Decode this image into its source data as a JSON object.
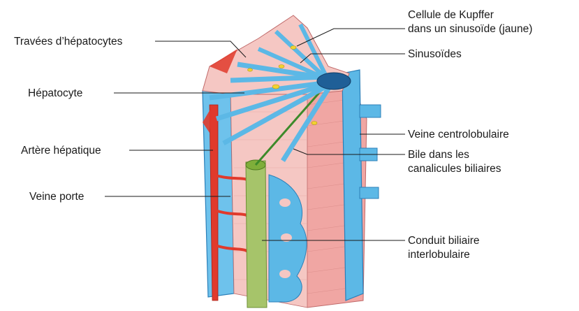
{
  "labels": {
    "kupffer_line1": "Cellule de Kupffer",
    "kupffer_line2": "dans un sinusoïde (jaune)",
    "travees": "Travées d’hépatocytes",
    "sinusoides": "Sinusoïdes",
    "hepatocyte": "Hépatocyte",
    "veine_centro": "Veine centrolobulaire",
    "artere": "Artère hépatique",
    "bile_line1": "Bile dans les",
    "bile_line2": "canalicules biliaires",
    "veine_porte": "Veine porte",
    "conduit_line1": "Conduit biliaire",
    "conduit_line2": "interlobulaire"
  },
  "colors": {
    "vein_blue": "#5cb8e6",
    "vein_dark": "#1f5f97",
    "artery_red": "#e03a2c",
    "parenchyma_pink": "#f2a9a6",
    "bile_green": "#a6c46a",
    "kupffer_yellow": "#f2d230"
  }
}
